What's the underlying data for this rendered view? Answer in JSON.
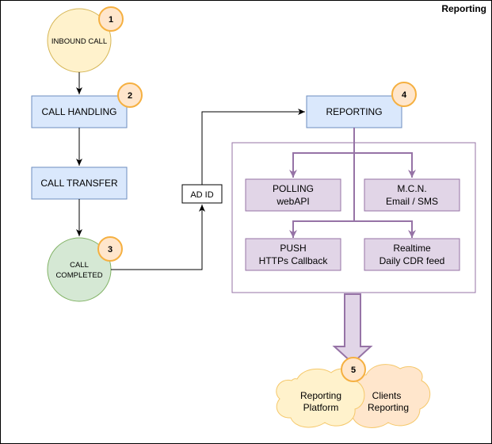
{
  "title": "Reporting",
  "nodes": {
    "inbound_call": {
      "label": "INBOUND CALL",
      "step": "1"
    },
    "call_handling": {
      "label": "CALL HANDLING",
      "step": "2"
    },
    "call_transfer": {
      "label": "CALL TRANSFER"
    },
    "call_completed": {
      "line1": "CALL",
      "line2": "COMPLETED",
      "step": "3"
    },
    "ad_id": {
      "label": "AD ID"
    },
    "reporting": {
      "label": "REPORTING",
      "step": "4"
    },
    "polling": {
      "line1": "POLLING",
      "line2": "webAPI"
    },
    "mcn": {
      "line1": "M.C.N.",
      "line2": "Email / SMS"
    },
    "push": {
      "line1": "PUSH",
      "line2": "HTTPs Callback"
    },
    "realtime": {
      "line1": "Realtime",
      "line2": "Daily CDR feed"
    },
    "reporting_platform": {
      "line1": "Reporting",
      "line2": "Platform",
      "step": "5"
    },
    "clients_reporting": {
      "line1": "Clients",
      "line2": "Reporting"
    }
  },
  "colors": {
    "blue_fill": "#dae8fc",
    "blue_stroke": "#6c8ebf",
    "yellow_fill": "#fff2cc",
    "yellow_stroke": "#d6b656",
    "green_fill": "#d5e8d4",
    "green_stroke": "#82b366",
    "purple_fill": "#e1d5e7",
    "purple_stroke": "#9673a6",
    "badge_fill": "#ffe6cc",
    "badge_stroke": "#f5b041",
    "cloud_fill": "#ffe6cc",
    "cloud_stroke": "#f5c86a"
  }
}
